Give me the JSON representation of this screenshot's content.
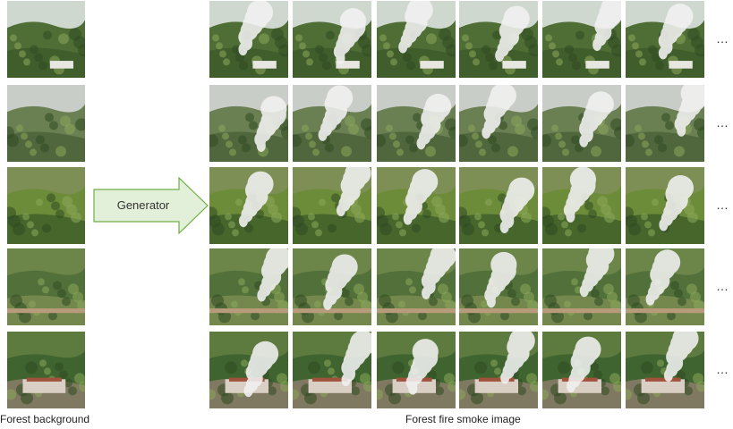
{
  "arrow": {
    "label": "Generator",
    "fill": "#e2f0d9",
    "stroke": "#70ad47"
  },
  "captions": {
    "background": "Forest background",
    "generated": "Forest fire smoke image"
  },
  "ellipsis": "…",
  "rows": [
    {
      "name": "row-house-valley",
      "sky": "#cfd8cf",
      "forest": "#4f6e35",
      "ground": "#3d5a2a"
    },
    {
      "name": "row-misty-ridge",
      "sky": "#c9cdc7",
      "forest": "#6a7f52",
      "ground": "#4b6238"
    },
    {
      "name": "row-steep-slope",
      "sky": "#7e8f55",
      "forest": "#6d8c3a",
      "ground": "#3f5f2a"
    },
    {
      "name": "row-village-road",
      "sky": "#6c8649",
      "forest": "#52713a",
      "ground": "#7a8c52"
    },
    {
      "name": "row-temple-hill",
      "sky": "#5d7a3f",
      "forest": "#3f6430",
      "ground": "#8c7d6a"
    }
  ]
}
